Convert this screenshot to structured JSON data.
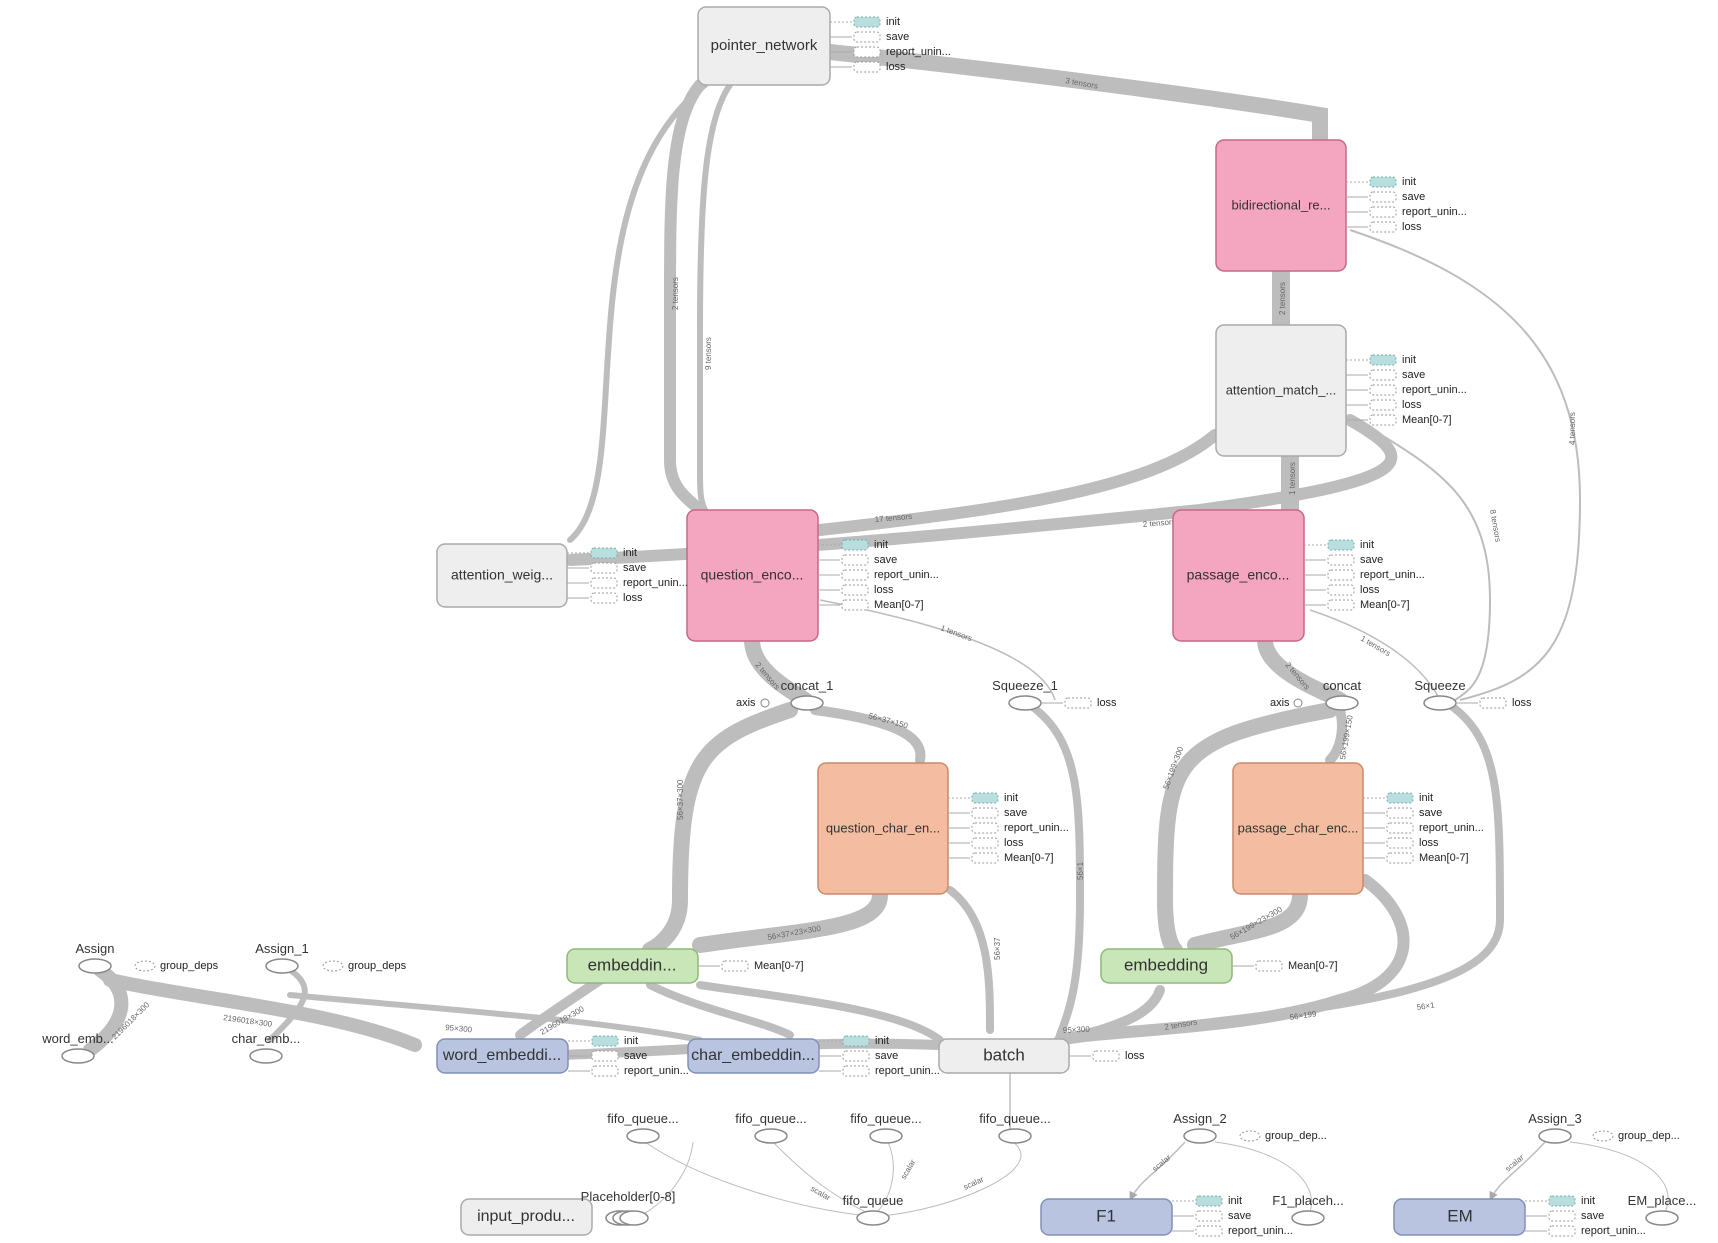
{
  "nodes": {
    "pointer_network": "pointer_network",
    "bidirectional": "bidirectional_re...",
    "attention_match": "attention_match_...",
    "attention_weights": "attention_weig...",
    "question_encoder": "question_enco...",
    "passage_encoder": "passage_enco...",
    "question_char": "question_char_en...",
    "passage_char": "passage_char_enc...",
    "embedding_q": "embeddin...",
    "embedding_p": "embedding",
    "word_embedding": "word_embeddi...",
    "char_embedding": "char_embeddin...",
    "batch": "batch",
    "input_producer": "input_produ...",
    "f1": "F1",
    "em": "EM"
  },
  "ops": {
    "concat_1": "concat_1",
    "concat": "concat",
    "axis": "axis",
    "squeeze_1": "Squeeze_1",
    "squeeze": "Squeeze",
    "assign": "Assign",
    "assign_1": "Assign_1",
    "assign_2": "Assign_2",
    "assign_3": "Assign_3",
    "word_emb": "word_emb...",
    "char_emb": "char_emb...",
    "fifo_1": "fifo_queue...",
    "fifo_2": "fifo_queue...",
    "fifo_3": "fifo_queue...",
    "fifo_4": "fifo_queue...",
    "fifo_queue": "fifo_queue",
    "placeholder": "Placeholder[0-8]",
    "f1_placeholder": "F1_placeh...",
    "em_placeholder": "EM_place..."
  },
  "aux": {
    "init": "init",
    "save": "save",
    "report": "report_unin...",
    "loss": "loss",
    "mean": "Mean[0-7]",
    "group_deps": "group_deps",
    "group_dep_short": "group_dep..."
  },
  "edge_labels": {
    "e3t": "3 tensors",
    "e2t": "2 tensors",
    "e9t": "9 tensors",
    "e4t": "4 tensors",
    "e8t": "8 tensors",
    "e17t": "17 tensors",
    "e1t": "1 tensors",
    "d56_37_300": "56×37×300",
    "d56_37_150": "56×37×150",
    "d56_199_300": "56×199×300",
    "d56_199_150": "56×199×150",
    "d56_37_23_300": "56×37×23×300",
    "d56_199_23_300": "56×199×23×300",
    "d56_1": "56×1",
    "d56_37": "56×37",
    "d56_199": "56×199",
    "d2196018_300": "2196018×300",
    "d95_300": "95×300",
    "scalar": "scalar"
  }
}
